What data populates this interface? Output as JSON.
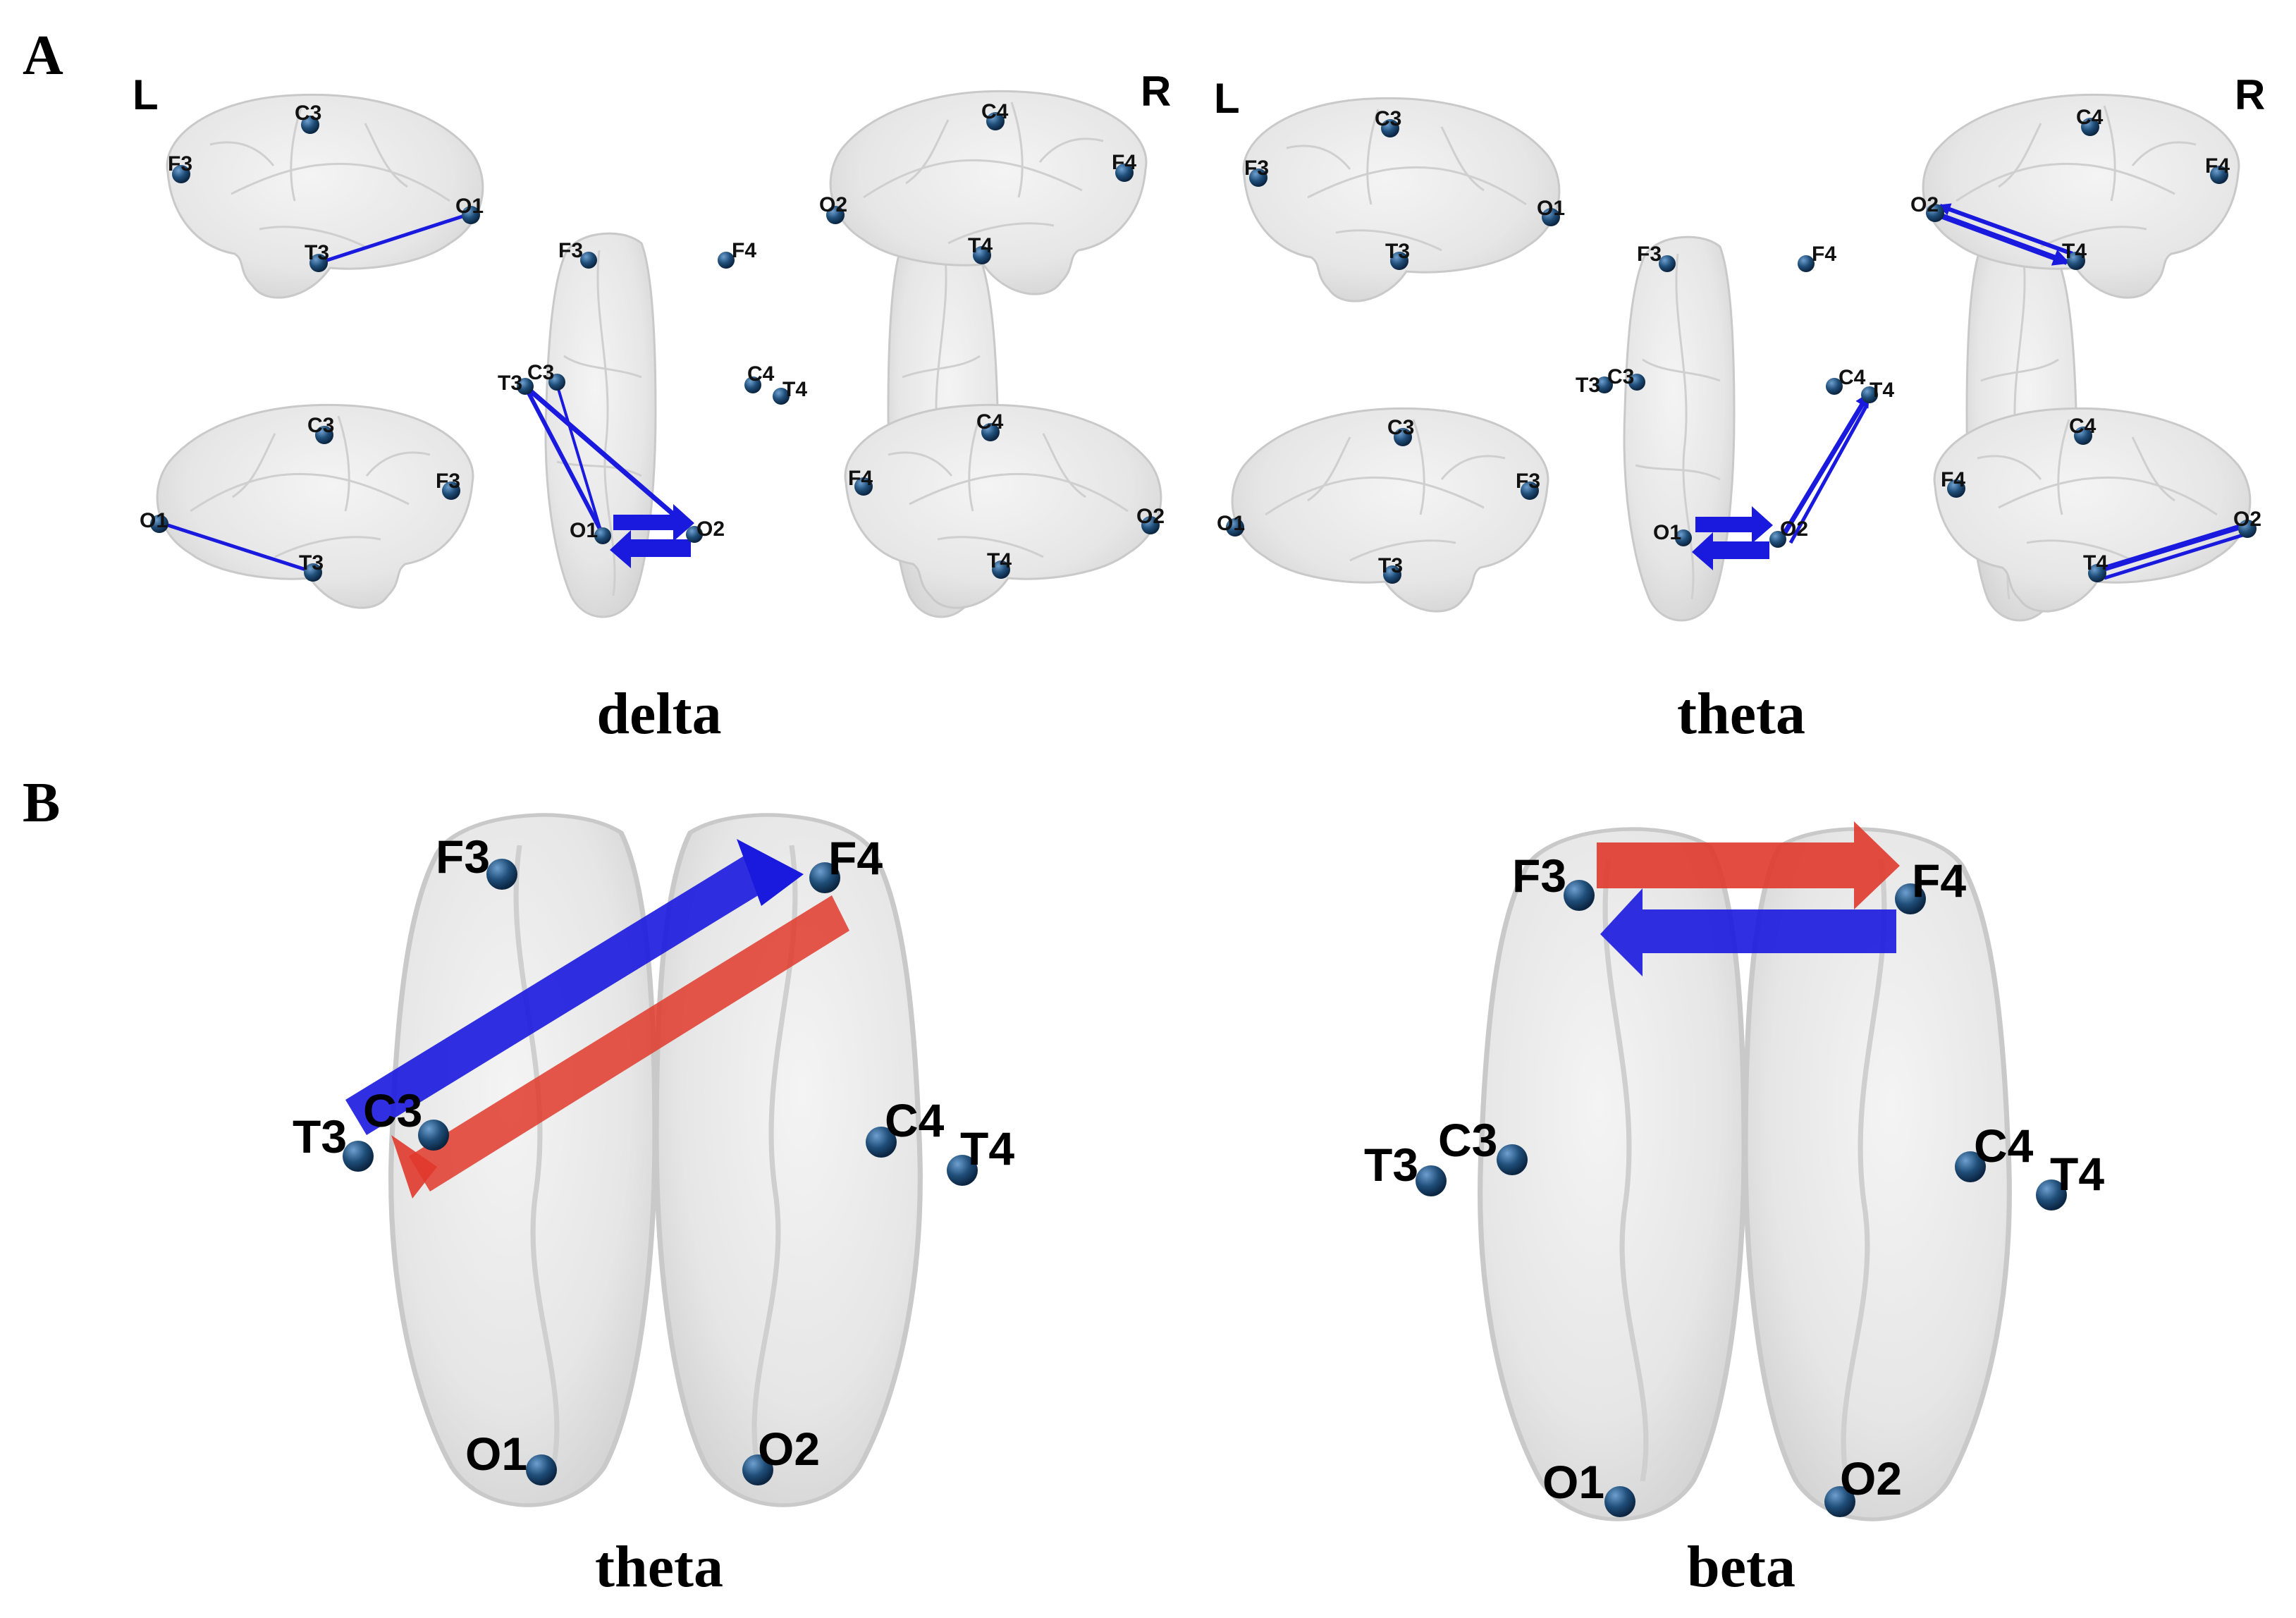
{
  "panels": {
    "a": {
      "letter": "A",
      "delta": {
        "label": "delta",
        "left_letter": "L",
        "right_letter": "R",
        "lat_left_outer": {
          "f3": "F3",
          "c3": "C3",
          "t3": "T3",
          "o1": "O1"
        },
        "lat_left_inner": {
          "o1": "O1",
          "c3": "C3",
          "f3": "F3",
          "t3": "T3"
        },
        "top": {
          "f3": "F3",
          "f4": "F4",
          "t3": "T3",
          "c3": "C3",
          "c4": "C4",
          "t4": "T4",
          "o1": "O1",
          "o2": "O2"
        },
        "lat_right_outer": {
          "c4": "C4",
          "f4": "F4",
          "o2": "O2",
          "t4": "T4"
        },
        "lat_right_inner": {
          "c4": "C4",
          "f4": "F4",
          "o2": "O2",
          "t4": "T4"
        }
      },
      "theta": {
        "label": "theta",
        "left_letter": "L",
        "right_letter": "R",
        "lat_left_outer": {
          "f3": "F3",
          "c3": "C3",
          "t3": "T3",
          "o1": "O1"
        },
        "lat_left_inner": {
          "o1": "O1",
          "c3": "C3",
          "f3": "F3",
          "t3": "T3"
        },
        "top": {
          "f3": "F3",
          "f4": "F4",
          "t3": "T3",
          "c3": "C3",
          "c4": "C4",
          "t4": "T4",
          "o1": "O1",
          "o2": "O2"
        },
        "lat_right_outer": {
          "c4": "C4",
          "f4": "F4",
          "o2": "O2",
          "t4": "T4"
        },
        "lat_right_inner": {
          "c4": "C4",
          "f4": "F4",
          "o2": "O2",
          "t4": "T4"
        }
      }
    },
    "b": {
      "letter": "B",
      "theta": {
        "label": "theta",
        "electrodes": {
          "f3": "F3",
          "f4": "F4",
          "t3": "T3",
          "c3": "C3",
          "c4": "C4",
          "t4": "T4",
          "o1": "O1",
          "o2": "O2"
        }
      },
      "beta": {
        "label": "beta",
        "electrodes": {
          "f3": "F3",
          "f4": "F4",
          "t3": "T3",
          "c3": "C3",
          "c4": "C4",
          "t4": "T4",
          "o1": "O1",
          "o2": "O2"
        }
      }
    }
  },
  "colors": {
    "electrode": "#1f4e79",
    "blue_arrow": "#1a1adf",
    "red_arrow": "#e0392b"
  },
  "connections": {
    "a_delta": [
      {
        "from": "T3",
        "to": "O1",
        "color": "blue"
      },
      {
        "from": "T3",
        "to": "O2",
        "color": "blue"
      },
      {
        "from": "C3",
        "to": "O1",
        "color": "blue"
      },
      {
        "from": "O1",
        "to": "O2",
        "color": "blue"
      },
      {
        "from": "O2",
        "to": "O1",
        "color": "blue"
      }
    ],
    "a_theta": [
      {
        "from": "O2",
        "to": "T4",
        "color": "blue"
      },
      {
        "from": "T4",
        "to": "O2",
        "color": "blue"
      },
      {
        "from": "O1",
        "to": "O2",
        "color": "blue"
      },
      {
        "from": "O2",
        "to": "O1",
        "color": "blue"
      }
    ],
    "b_theta": [
      {
        "from": "T3",
        "to": "F4",
        "color": "blue"
      },
      {
        "from": "F4",
        "to": "T3",
        "color": "red"
      }
    ],
    "b_beta": [
      {
        "from": "F3",
        "to": "F4",
        "color": "red"
      },
      {
        "from": "F4",
        "to": "F3",
        "color": "blue"
      }
    ]
  }
}
